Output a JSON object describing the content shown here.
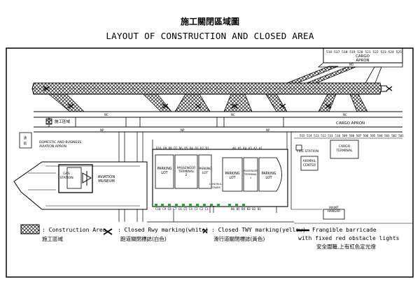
{
  "title": {
    "chinese": "施工關閉區域圖",
    "english": "LAYOUT OF CONSTRUCTION AND CLOSED AREA"
  },
  "map_labels": {
    "cargo_apron_top": "CARGO\nAPRON",
    "cargo_apron_mid": "CARGO APRON",
    "cargo_terminal": "CARGO\nTERMINAL",
    "domestic_apron": "DOMESTIC AND BUSINESS\nAVIATION APRON",
    "aviation_museum": "AVIATION\nMUSEUM",
    "gas_station": "GAS\nSTATION",
    "parking_lot_left": "PARKING\nLOT",
    "passenger_terminal_2": "PASSENGER\nTERMINAL\n2",
    "parking_lot_mid": "PARKING\nLOT",
    "control_tower": "CONTROL\nTOWER",
    "parking_lot_right": "PARKING\nLOT",
    "passenger_terminal_1": "PASSENGER\nTERMINAL\n1",
    "parking_lot_far_right": "PARKING\nLOT",
    "fire_station": "FIRE STATION",
    "airmail_center": "AIRMAIL\nCENTER",
    "maint_hangar": "MAINT\nHANGAR",
    "construction_zone_cn": "施工區域",
    "taxiway_np": "NP",
    "taxiway_nc": "NC",
    "taxiway_no": "NO"
  },
  "stand_labels": {
    "top_cargo_row": "516 517 518 519 520 521 522 523 524 525",
    "mid_cargo_row": "515 514  513  512 511 510 509 508 507 506 505 504 503 502 501",
    "north_gates": "D10 D9 D8 D7 D6 D5 D4 D3 D2 D1",
    "south_gates": "C10 C9 C8 C7 C6 C5 C4 C3 C2 C1",
    "north_gates_t1": "A6 A5 A4 A3 A2 A1",
    "south_gates_t1": "B6 B5 B4 B3 B2 B1"
  },
  "legend": {
    "construction_area_en": ": Construction Area",
    "construction_area_cn": "施工區域",
    "closed_rwy_en": ": Closed Rwy marking(white)",
    "closed_rwy_cn": "跑道關閉標誌(白色)",
    "closed_twy_en": ": Closed TWY marking(yellow)",
    "closed_twy_cn": "滑行道關閉標誌(黃色)",
    "barricade_en": ": Frangible barricade\n  with fixed red obstacle lights",
    "barricade_cn": "安全圍籬,上有紅色定光燈"
  },
  "colors": {
    "ink": "#000000",
    "background": "#ffffff",
    "open_gate_stand": "#2e9e3e"
  }
}
